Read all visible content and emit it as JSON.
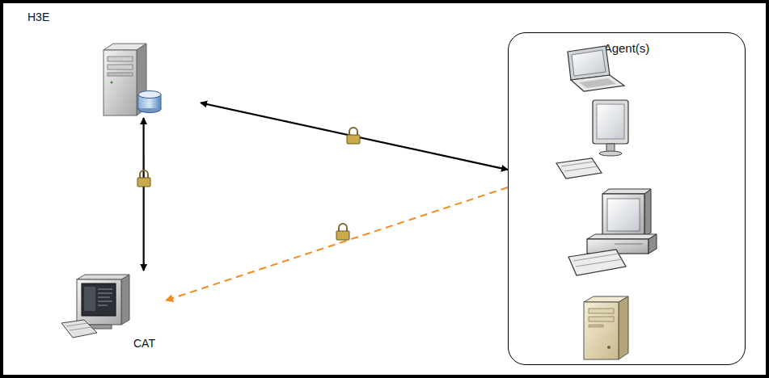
{
  "diagram": {
    "nodes": [
      {
        "text": [
          "H3E"
        ]
      },
      {
        "text": [],
        "in": 0
      },
      {
        "text": [
          "Agent(s)"
        ],
        "in": 0
      },
      {
        "text": [
          "CAT"
        ],
        "in": 0
      }
    ],
    "edges": [
      {
        "from": 1,
        "to": 2,
        "arrow": "both"
      },
      {
        "from": 1,
        "to": 3,
        "arrow": "both"
      },
      {
        "from": 2,
        "to": 3,
        "arrow": "to"
      }
    ]
  }
}
